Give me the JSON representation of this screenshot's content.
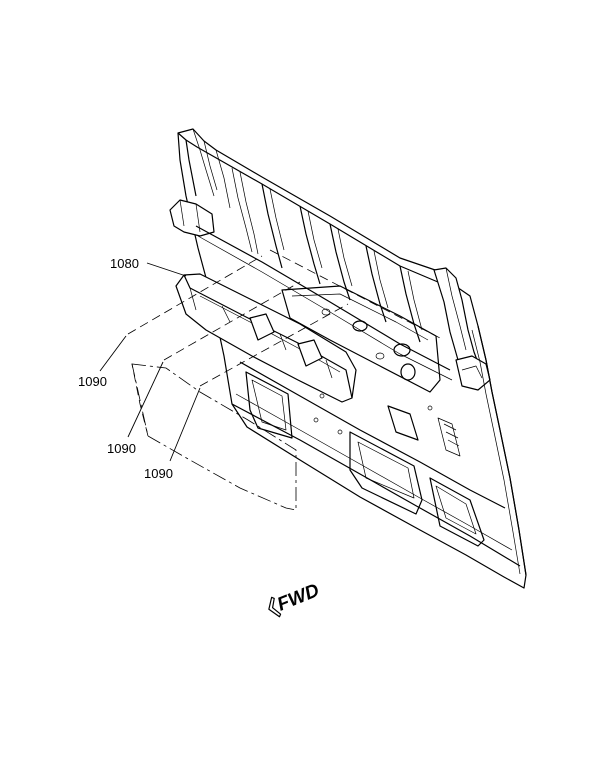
{
  "callouts": {
    "trim_panel": "1080",
    "insulator_a": "1090",
    "insulator_b": "1090",
    "insulator_c": "1090"
  },
  "orientation": {
    "label": "FWD",
    "icon": "forward-arrow-icon"
  }
}
